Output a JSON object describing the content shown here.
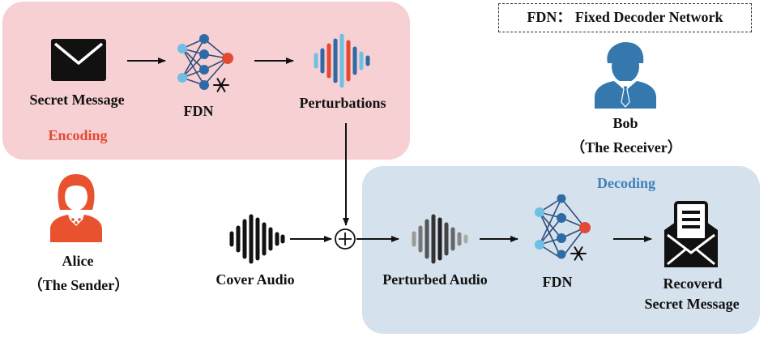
{
  "legend": {
    "text": "FDN： Fixed Decoder Network"
  },
  "encoding": {
    "title": "Encoding",
    "secret_message_label": "Secret Message",
    "fdn_label": "FDN",
    "perturbations_label": "Perturbations"
  },
  "decoding": {
    "title": "Decoding",
    "perturbed_audio_label": "Perturbed Audio",
    "fdn_label": "FDN",
    "recovered_line1": "Recoverd",
    "recovered_line2": "Secret Message"
  },
  "alice": {
    "name": "Alice",
    "role": "（The Sender）"
  },
  "bob": {
    "name": "Bob",
    "role": "（The Receiver）"
  },
  "cover_audio_label": "Cover Audio",
  "colors": {
    "encoding_panel": "#f6d0d3",
    "decoding_panel": "#d5e1ec",
    "encoding_title": "#e24a33",
    "decoding_title": "#3f80bb",
    "alice": "#e8522f",
    "bob": "#3478ad",
    "node_dark": "#2e6aa6",
    "node_light": "#6fbfe4",
    "node_output": "#e24a33"
  },
  "icons": [
    "envelope-icon",
    "network-icon",
    "snowflake-icon",
    "waveform-icon",
    "user-icon",
    "add-icon",
    "document-icon"
  ]
}
